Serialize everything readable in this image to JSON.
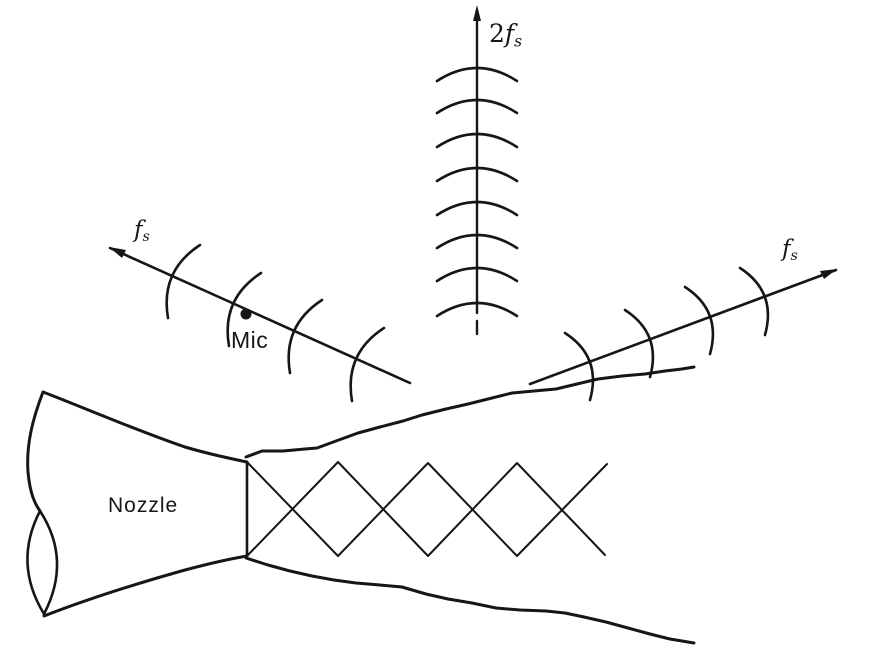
{
  "figure": {
    "background": "#ffffff",
    "ink": "#161616",
    "nozzle_label": "Nozzle",
    "mic_label": "Mic",
    "mic_marker": "filled-dot",
    "shock_cells": 4,
    "rays": {
      "left": {
        "symbol": "f",
        "subscript": "s",
        "direction": "upstream-left",
        "wavefront_arcs": 4
      },
      "vertical": {
        "prefix": "2",
        "symbol": "f",
        "subscript": "s",
        "direction": "up",
        "wavefront_arcs": 8
      },
      "right": {
        "symbol": "f",
        "subscript": "s",
        "direction": "downstream-right",
        "wavefront_arcs": 4
      }
    }
  }
}
